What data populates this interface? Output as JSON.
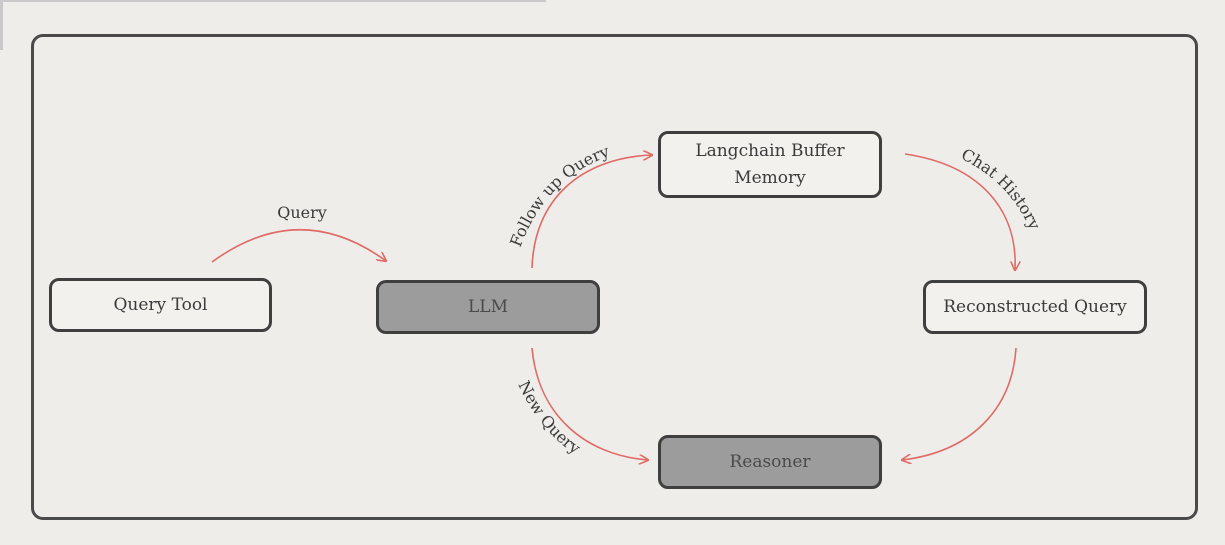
{
  "diagram": {
    "nodes": {
      "query_tool": "Query Tool",
      "llm": "LLM",
      "memory": "Langchain Buffer Memory",
      "reconstructed_query": "Reconstructed Query",
      "reasoner": "Reasoner"
    },
    "edges": {
      "query": "Query",
      "follow_up_query": "Follow up Query",
      "chat_history": "Chat History",
      "new_query": "New Query"
    },
    "colors": {
      "arrow": "#e06a66",
      "node_border": "#3f3f3f",
      "dark_fill": "#9c9c9c",
      "background": "#efedea"
    }
  }
}
